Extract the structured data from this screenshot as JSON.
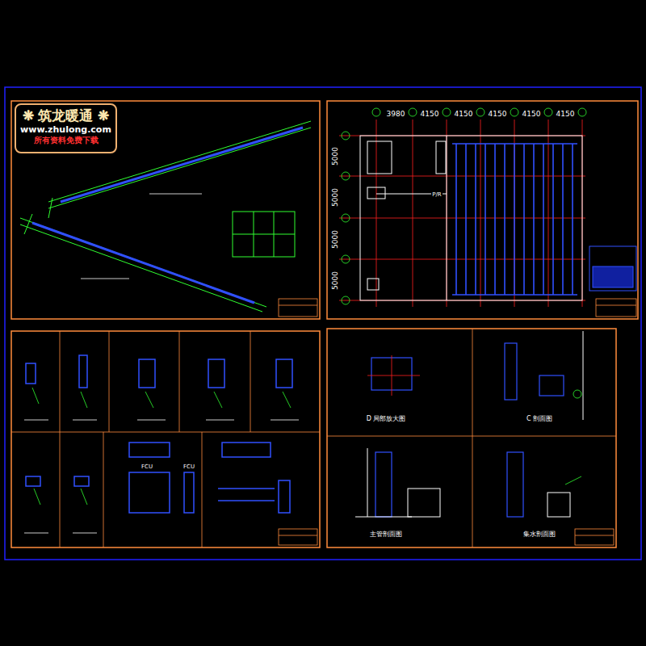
{
  "diagram": {
    "nodes": [
      {
        "text": [
          "❋ 筑龙暖通 ❋",
          "www.zhulong.com",
          "所有资料免费下载"
        ]
      }
    ],
    "labels": [
      "3980",
      "4150",
      "4150",
      "4150",
      "4150",
      "4150",
      "5000",
      "5000",
      "5000",
      "5000",
      "P/R",
      "FCU",
      "FCU",
      "D 局部放大图",
      "C 剖面图",
      "主管剖面图",
      "集水剖面图"
    ]
  }
}
